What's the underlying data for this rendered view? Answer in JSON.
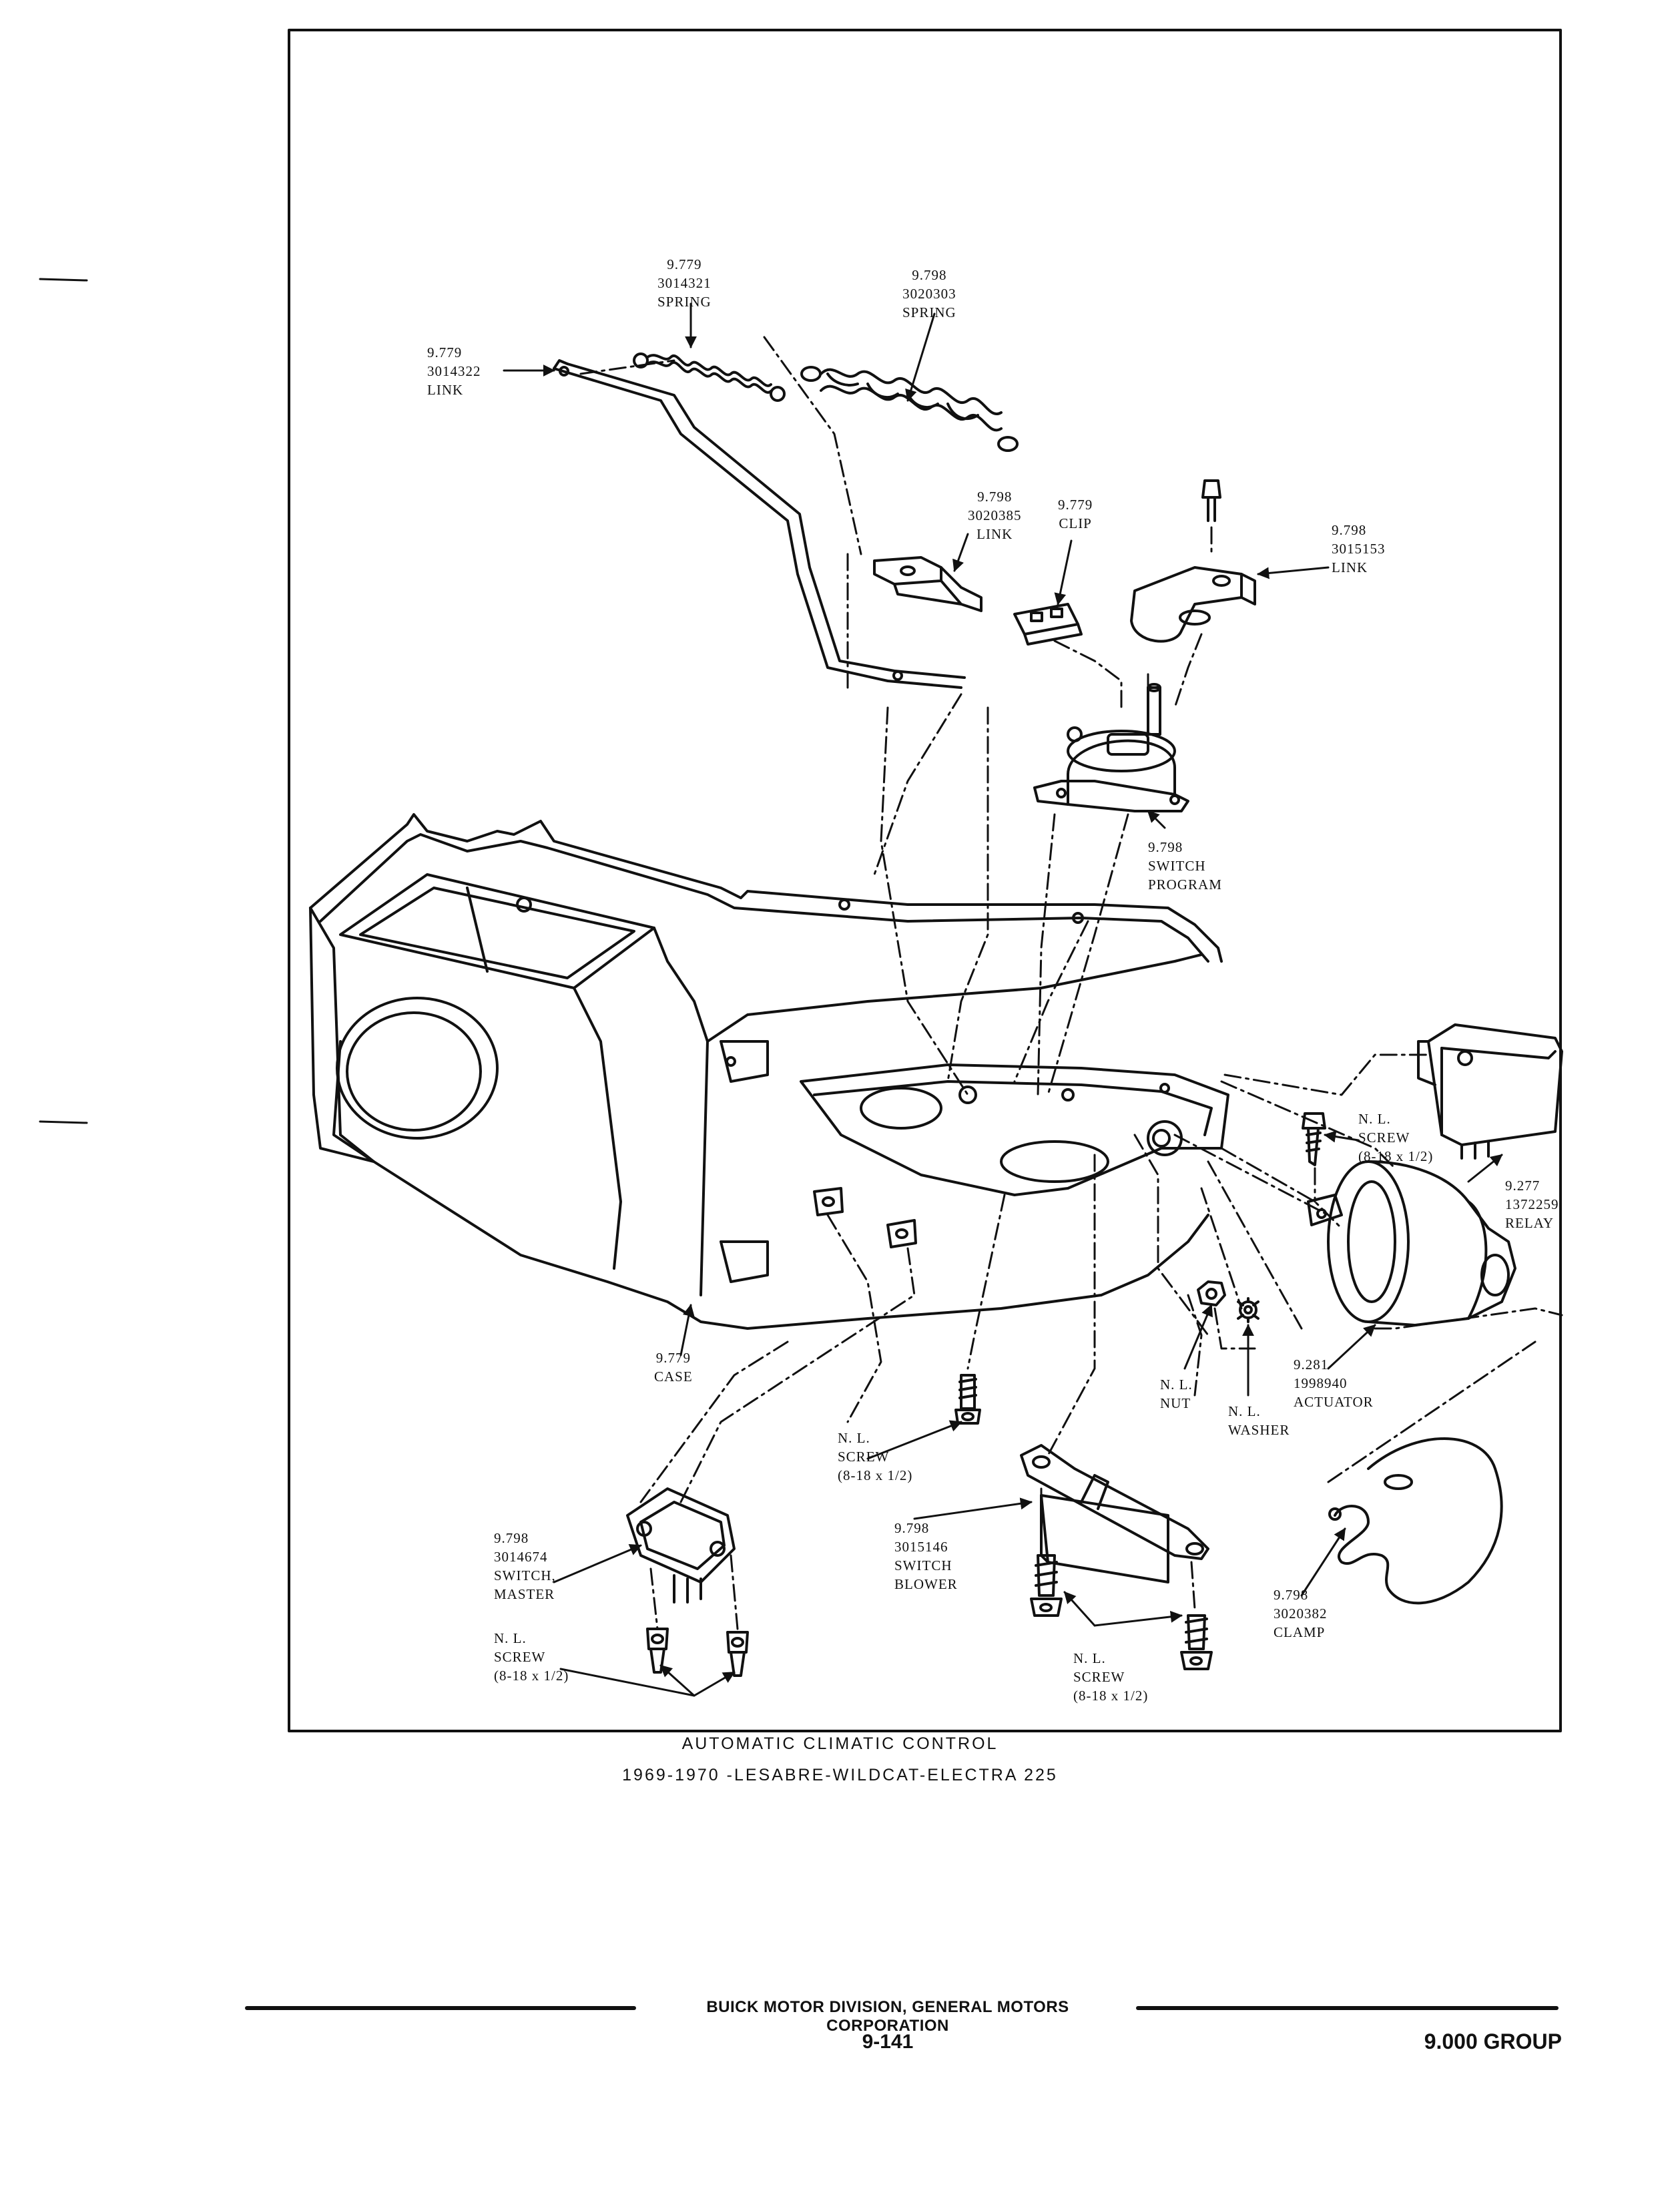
{
  "callouts": {
    "spring_3014321": {
      "group": "9.779",
      "part": "3014321",
      "name": "SPRING"
    },
    "spring_3020303": {
      "group": "9.798",
      "part": "3020303",
      "name": "SPRING"
    },
    "link_3014322": {
      "group": "9.779",
      "part": "3014322",
      "name": "LINK"
    },
    "link_3020385": {
      "group": "9.798",
      "part": "3020385",
      "name": "LINK"
    },
    "clip": {
      "group": "9.779",
      "name": "CLIP"
    },
    "link_3015153": {
      "group": "9.798",
      "part": "3015153",
      "name": "LINK"
    },
    "switch_program": {
      "group": "9.798",
      "line2": "SWITCH",
      "line3": "PROGRAM"
    },
    "screw_relay": {
      "group": "N. L.",
      "name": "SCREW",
      "size": "(8-18 x 1/2)"
    },
    "relay": {
      "group": "9.277",
      "part": "1372259",
      "name": "RELAY"
    },
    "case": {
      "group": "9.779",
      "name": "CASE"
    },
    "nut": {
      "group": "N. L.",
      "name": "NUT"
    },
    "washer": {
      "group": "N. L.",
      "name": "WASHER"
    },
    "actuator": {
      "group": "9.281",
      "part": "1998940",
      "name": "ACTUATOR"
    },
    "screw_center": {
      "group": "N. L.",
      "name": "SCREW",
      "size": "(8-18 x 1/2)"
    },
    "switch_master": {
      "group": "9.798",
      "part": "3014674",
      "line3": "SWITCH,",
      "line4": "MASTER"
    },
    "switch_blower": {
      "group": "9.798",
      "part": "3015146",
      "line3": "SWITCH",
      "line4": "BLOWER"
    },
    "clamp": {
      "group": "9.798",
      "part": "3020382",
      "name": "CLAMP"
    },
    "screw_master": {
      "group": "N. L.",
      "name": "SCREW",
      "size": "(8-18 x 1/2)"
    },
    "screw_blower": {
      "group": "N. L.",
      "name": "SCREW",
      "size": "(8-18 x 1/2)"
    }
  },
  "caption": {
    "line1": "AUTOMATIC CLIMATIC CONTROL",
    "line2": "1969-1970 -LESABRE-WILDCAT-ELECTRA 225"
  },
  "footer": {
    "division": "BUICK MOTOR DIVISION, GENERAL MOTORS CORPORATION",
    "page_number": "9-141",
    "group": "9.000 GROUP"
  }
}
